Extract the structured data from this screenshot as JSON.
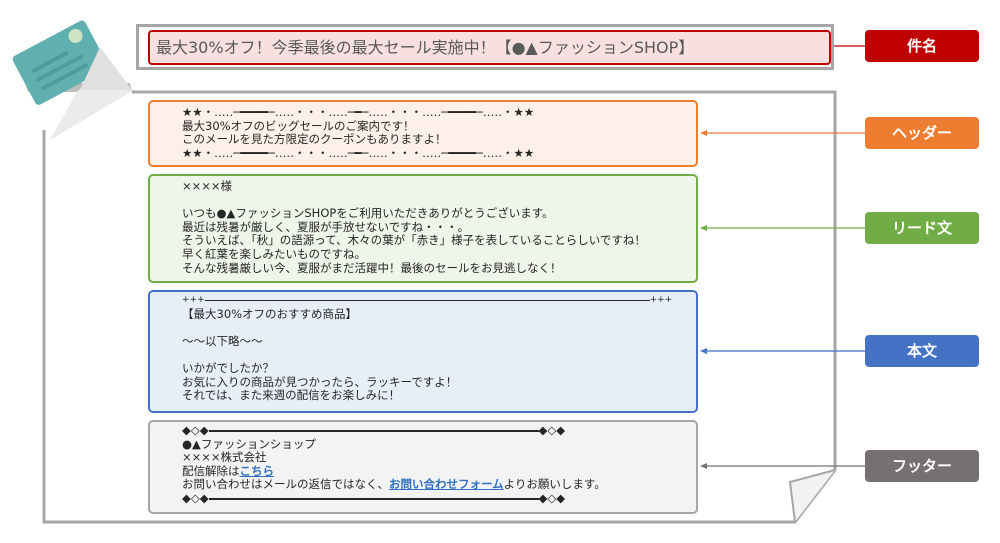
{
  "subject": {
    "text": "最大30%オフ！今季最後の最大セール実施中！【●▲ファッションSHOP】"
  },
  "labels": [
    {
      "text": "件名",
      "color": "#c00000"
    },
    {
      "text": "ヘッダー",
      "color": "#ed7d31"
    },
    {
      "text": "リード文",
      "color": "#70ad47"
    },
    {
      "text": "本文",
      "color": "#4472c4"
    },
    {
      "text": "フッター",
      "color": "#767171"
    }
  ],
  "header": {
    "lines": [
      "★★・‥…─━━━━─…‥・・・‥…─━─…‥・・・‥…─━━━━─…‥・★★",
      "最大30%オフのビッグセールのご案内です！",
      "このメールを見た方限定のクーポンもありますよ！",
      "★★・‥…─━━━━─…‥・・・‥…─━─…‥・・・‥…─━━━━─…‥・★★"
    ]
  },
  "lead": {
    "lines": [
      "××××様",
      "",
      "いつも●▲ファッションSHOPをご利用いただきありがとうございます。",
      "最近は残暑が厳しく、夏服が手放せないですね・・・。",
      "そういえば、「秋」の語源って、木々の葉が「赤き」様子を表していることらしいですね！",
      "早く紅葉を楽しみたいものですね。",
      "そんな残暑厳しい今、夏服がまだ活躍中！最後のセールをお見逃しなく！"
    ]
  },
  "body": {
    "rule_end": "+++",
    "lines": [
      "【最大30%オフのおすすめ商品】",
      "",
      "～～以下略～～",
      "",
      "いかがでしたか？",
      "お気に入りの商品が見つかったら、ラッキーですよ！",
      "それでは、また来週の配信をお楽しみに！"
    ]
  },
  "footer": {
    "rule_end": "◆◇◆",
    "shop": "●▲ファッションショップ",
    "company": "××××株式会社",
    "unsubscribe_prefix": "配信解除は",
    "unsubscribe_link": "こちら",
    "contact_prefix": "お問い合わせはメールの返信ではなく、",
    "contact_link": "お問い合わせフォーム",
    "contact_suffix": "よりお願いします。"
  }
}
